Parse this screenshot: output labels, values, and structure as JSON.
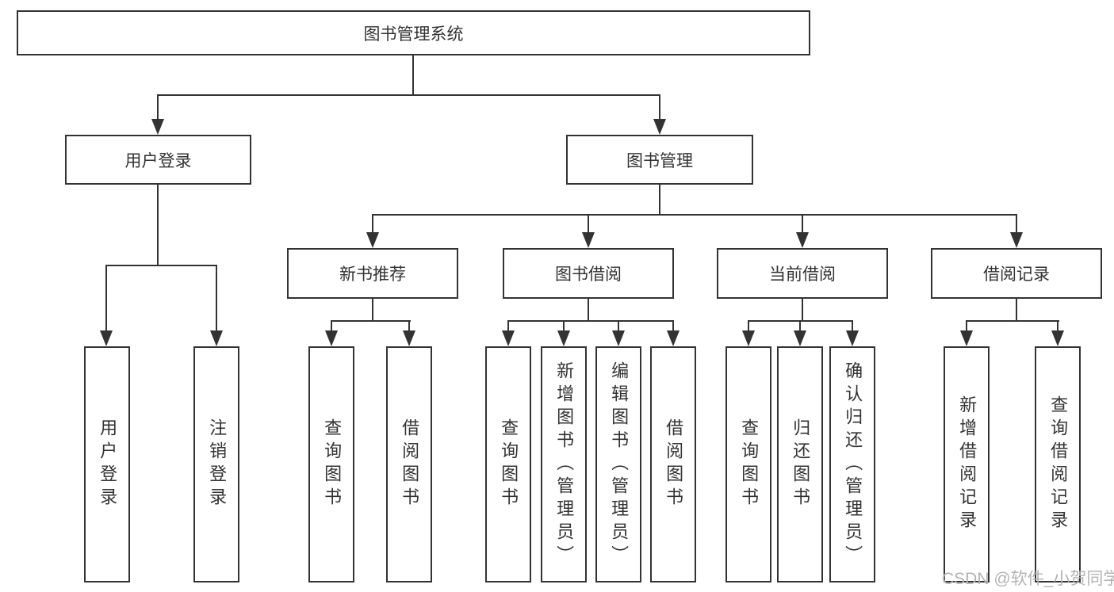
{
  "diagram": {
    "background": "#ffffff",
    "line_color": "#333333",
    "watermark": "CSDN @软件_小贺同学",
    "root": {
      "label": "图书管理系统"
    },
    "level1": [
      {
        "label": "用户登录"
      },
      {
        "label": "图书管理"
      }
    ],
    "level2": [
      {
        "label": "新书推荐"
      },
      {
        "label": "图书借阅"
      },
      {
        "label": "当前借阅"
      },
      {
        "label": "借阅记录"
      }
    ],
    "leaves": [
      {
        "label": "用户登录"
      },
      {
        "label": "注销登录"
      },
      {
        "label": "查询图书"
      },
      {
        "label": "借阅图书"
      },
      {
        "label": "查询图书"
      },
      {
        "label": "新增图书（管理员）"
      },
      {
        "label": "编辑图书（管理员）"
      },
      {
        "label": "借阅图书"
      },
      {
        "label": "查询图书"
      },
      {
        "label": "归还图书"
      },
      {
        "label": "确认归还（管理员）"
      },
      {
        "label": "新增借阅记录"
      },
      {
        "label": "查询借阅记录"
      }
    ]
  }
}
